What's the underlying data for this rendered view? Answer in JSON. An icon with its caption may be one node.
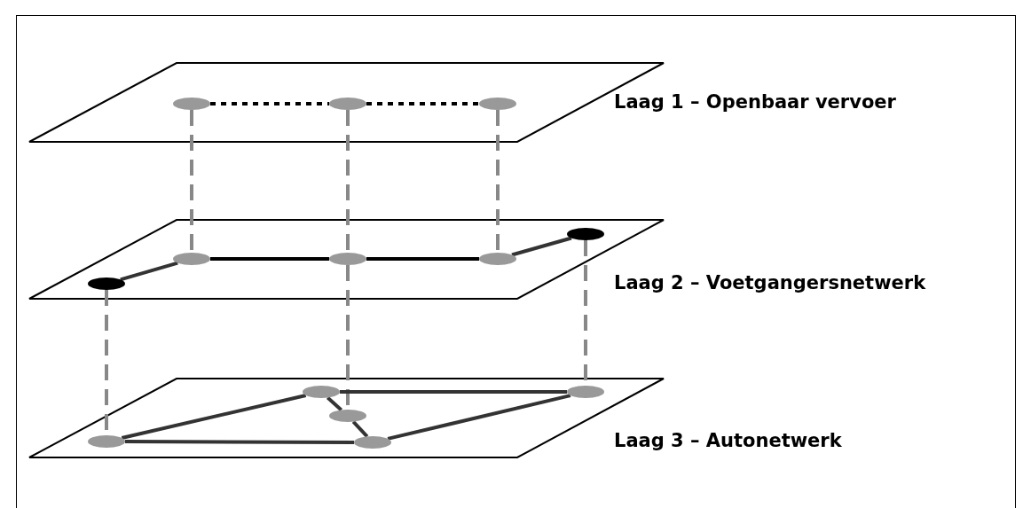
{
  "diagram": {
    "nodes": [
      {
        "text": [
          "Laag 1 – Openbaar vervoer"
        ]
      },
      {
        "text": [],
        "shape": "ellipse",
        "in": 0
      },
      {
        "text": [],
        "shape": "ellipse",
        "in": 0
      },
      {
        "text": [],
        "shape": "ellipse",
        "in": 0
      },
      {
        "text": [
          "Laag 2 – Voetgangersnetwerk"
        ]
      },
      {
        "text": [],
        "shape": "ellipse",
        "in": 4
      },
      {
        "text": [],
        "shape": "ellipse",
        "in": 4
      },
      {
        "text": [],
        "shape": "ellipse",
        "in": 4
      },
      {
        "text": [],
        "shape": "ellipse",
        "in": 4
      },
      {
        "text": [],
        "shape": "ellipse",
        "in": 4
      },
      {
        "text": [
          "Laag 3 – Autonetwerk"
        ]
      },
      {
        "text": [],
        "shape": "ellipse",
        "in": 10
      },
      {
        "text": [],
        "shape": "ellipse",
        "in": 10
      },
      {
        "text": [],
        "shape": "ellipse",
        "in": 10
      },
      {
        "text": [],
        "shape": "ellipse",
        "in": 10
      },
      {
        "text": [],
        "shape": "ellipse",
        "in": 10
      }
    ],
    "edges": [
      {
        "from": 1,
        "to": 2,
        "arrow": "none",
        "style": "dashed",
        "color": "#000000"
      },
      {
        "from": 2,
        "to": 3,
        "arrow": "none",
        "style": "dashed",
        "color": "#000000"
      },
      {
        "from": 1,
        "to": 6,
        "arrow": "none",
        "style": "dashed",
        "color": "#888888"
      },
      {
        "from": 2,
        "to": 7,
        "arrow": "none",
        "style": "dashed",
        "color": "#888888"
      },
      {
        "from": 3,
        "to": 8,
        "arrow": "none",
        "style": "dashed",
        "color": "#888888"
      },
      {
        "from": 5,
        "to": 6,
        "arrow": "none"
      },
      {
        "from": 6,
        "to": 7,
        "arrow": "none",
        "color": "#000000"
      },
      {
        "from": 7,
        "to": 8,
        "arrow": "none",
        "color": "#000000"
      },
      {
        "from": 8,
        "to": 9,
        "arrow": "none"
      },
      {
        "from": 5,
        "to": 11,
        "arrow": "none",
        "style": "dashed",
        "color": "#888888"
      },
      {
        "from": 7,
        "to": 13,
        "arrow": "none",
        "style": "dashed",
        "color": "#888888"
      },
      {
        "from": 9,
        "to": 15,
        "arrow": "none",
        "style": "dashed",
        "color": "#888888"
      },
      {
        "from": 11,
        "to": 12,
        "arrow": "none"
      },
      {
        "from": 11,
        "to": 14,
        "arrow": "none"
      },
      {
        "from": 12,
        "to": 15,
        "arrow": "none"
      },
      {
        "from": 12,
        "to": 13,
        "arrow": "none"
      },
      {
        "from": 13,
        "to": 14,
        "arrow": "none"
      },
      {
        "from": 14,
        "to": 15,
        "arrow": "none"
      }
    ]
  }
}
